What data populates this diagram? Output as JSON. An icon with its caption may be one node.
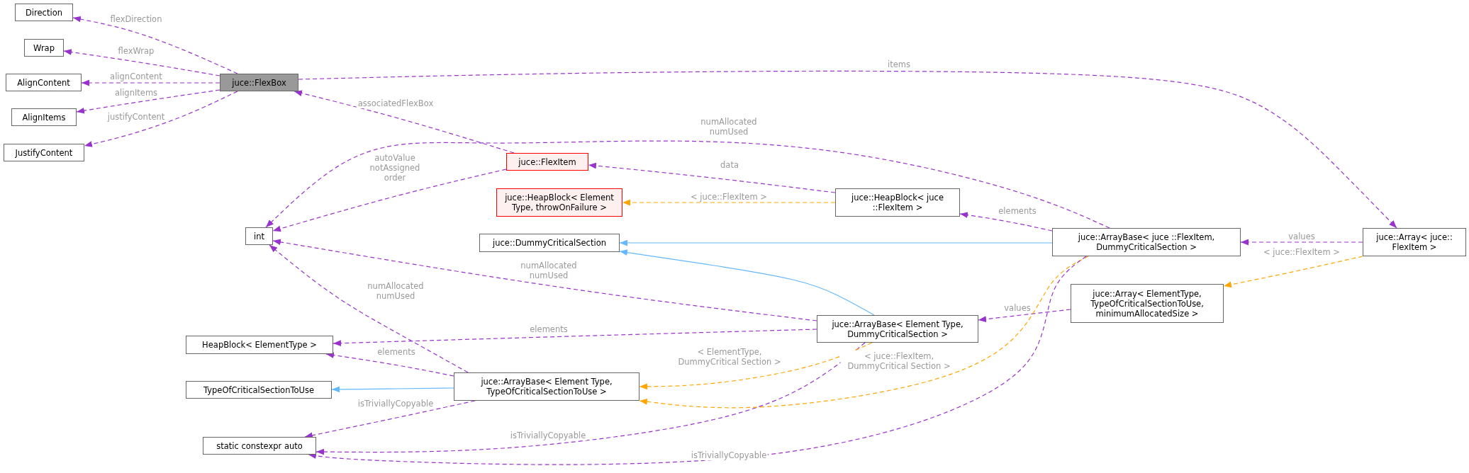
{
  "diagram": {
    "nodes": [
      {
        "text": [
          "Direction"
        ]
      },
      {
        "text": [
          "Wrap"
        ]
      },
      {
        "text": [
          "AlignContent"
        ]
      },
      {
        "text": [
          "AlignItems"
        ]
      },
      {
        "text": [
          "JustifyContent"
        ]
      },
      {
        "text": [
          "juce::FlexBox"
        ]
      },
      {
        "text": [
          "juce::FlexItem"
        ]
      },
      {
        "text": [
          "int"
        ]
      },
      {
        "text": [
          "juce::HeapBlock< Element Type, throwOnFailure >"
        ]
      },
      {
        "text": [
          "juce::HeapBlock< juce ::FlexItem >"
        ]
      },
      {
        "text": [
          "juce::DummyCriticalSection"
        ]
      },
      {
        "text": [
          "juce::ArrayBase< juce ::FlexItem, DummyCriticalSection >"
        ]
      },
      {
        "text": [
          "juce::Array< juce:: FlexItem >"
        ]
      },
      {
        "text": [
          "juce::ArrayBase< Element Type, DummyCriticalSection >"
        ]
      },
      {
        "text": [
          "juce::Array< ElementType, TypeOfCriticalSectionToUse, minimumAllocatedSize >"
        ]
      },
      {
        "text": [
          "HeapBlock< ElementType >"
        ]
      },
      {
        "text": [
          "TypeOfCriticalSectionToUse"
        ]
      },
      {
        "text": [
          "juce::ArrayBase< Element Type, TypeOfCriticalSectionToUse >"
        ]
      },
      {
        "text": [
          "static constexpr auto"
        ]
      }
    ],
    "edges": [
      {
        "from": 5,
        "to": 0,
        "arrow": "to",
        "label": "flexDirection",
        "style": "dashed"
      },
      {
        "from": 5,
        "to": 1,
        "arrow": "to",
        "label": "flexWrap",
        "style": "dashed"
      },
      {
        "from": 5,
        "to": 2,
        "arrow": "to",
        "label": "alignContent",
        "style": "dashed"
      },
      {
        "from": 5,
        "to": 3,
        "arrow": "to",
        "label": "alignItems",
        "style": "dashed"
      },
      {
        "from": 5,
        "to": 4,
        "arrow": "to",
        "label": "justifyContent",
        "style": "dashed"
      },
      {
        "from": 5,
        "to": 12,
        "arrow": "to",
        "label": "items",
        "style": "dashed"
      },
      {
        "from": 6,
        "to": 5,
        "arrow": "to",
        "label": "associatedFlexBox",
        "style": "dashed"
      },
      {
        "from": 6,
        "to": 7,
        "arrow": "to",
        "label": "autoValue notAssigned order",
        "style": "dashed"
      },
      {
        "from": 11,
        "to": 7,
        "arrow": "to",
        "label": "numAllocated numUsed",
        "style": "dashed"
      },
      {
        "from": 9,
        "to": 6,
        "arrow": "to",
        "label": "data",
        "style": "dashed"
      },
      {
        "from": 9,
        "to": 8,
        "arrow": "to",
        "label": "< juce::FlexItem >",
        "style": "dashed",
        "color": "#ffa500"
      },
      {
        "from": 11,
        "to": 9,
        "arrow": "to",
        "label": "elements",
        "style": "dashed"
      },
      {
        "from": 11,
        "to": 10,
        "arrow": "to",
        "color": "#63b8ff"
      },
      {
        "from": 12,
        "to": 11,
        "arrow": "to",
        "label": "values",
        "style": "dashed"
      },
      {
        "from": 12,
        "to": 14,
        "arrow": "to",
        "label": "< juce::FlexItem >",
        "style": "dashed",
        "color": "#ffa500"
      },
      {
        "from": 13,
        "to": 7,
        "arrow": "to",
        "label": "numAllocated numUsed",
        "style": "dashed"
      },
      {
        "from": 13,
        "to": 10,
        "arrow": "to",
        "color": "#63b8ff"
      },
      {
        "from": 13,
        "to": 15,
        "arrow": "to",
        "label": "elements",
        "style": "dashed"
      },
      {
        "from": 13,
        "to": 18,
        "arrow": "to",
        "label": "isTriviallyCopyable",
        "style": "dashed"
      },
      {
        "from": 14,
        "to": 13,
        "arrow": "to",
        "label": "values",
        "style": "dashed"
      },
      {
        "from": 17,
        "to": 7,
        "arrow": "to",
        "label": "numAllocated numUsed",
        "style": "dashed"
      },
      {
        "from": 17,
        "to": 15,
        "arrow": "to",
        "label": "elements",
        "style": "dashed"
      },
      {
        "from": 17,
        "to": 16,
        "arrow": "to",
        "color": "#63b8ff"
      },
      {
        "from": 17,
        "to": 18,
        "arrow": "to",
        "label": "isTriviallyCopyable",
        "style": "dashed"
      },
      {
        "from": 13,
        "to": 17,
        "arrow": "to",
        "label": "< ElementType, DummyCritical Section >",
        "style": "dashed",
        "color": "#ffa500"
      },
      {
        "from": 11,
        "to": 17,
        "arrow": "to",
        "label": "< juce::FlexItem, DummyCritical Section >",
        "style": "dashed",
        "color": "#ffa500"
      },
      {
        "from": 11,
        "to": 18,
        "arrow": "to",
        "label": "isTriviallyCopyable",
        "style": "dashed"
      }
    ]
  }
}
